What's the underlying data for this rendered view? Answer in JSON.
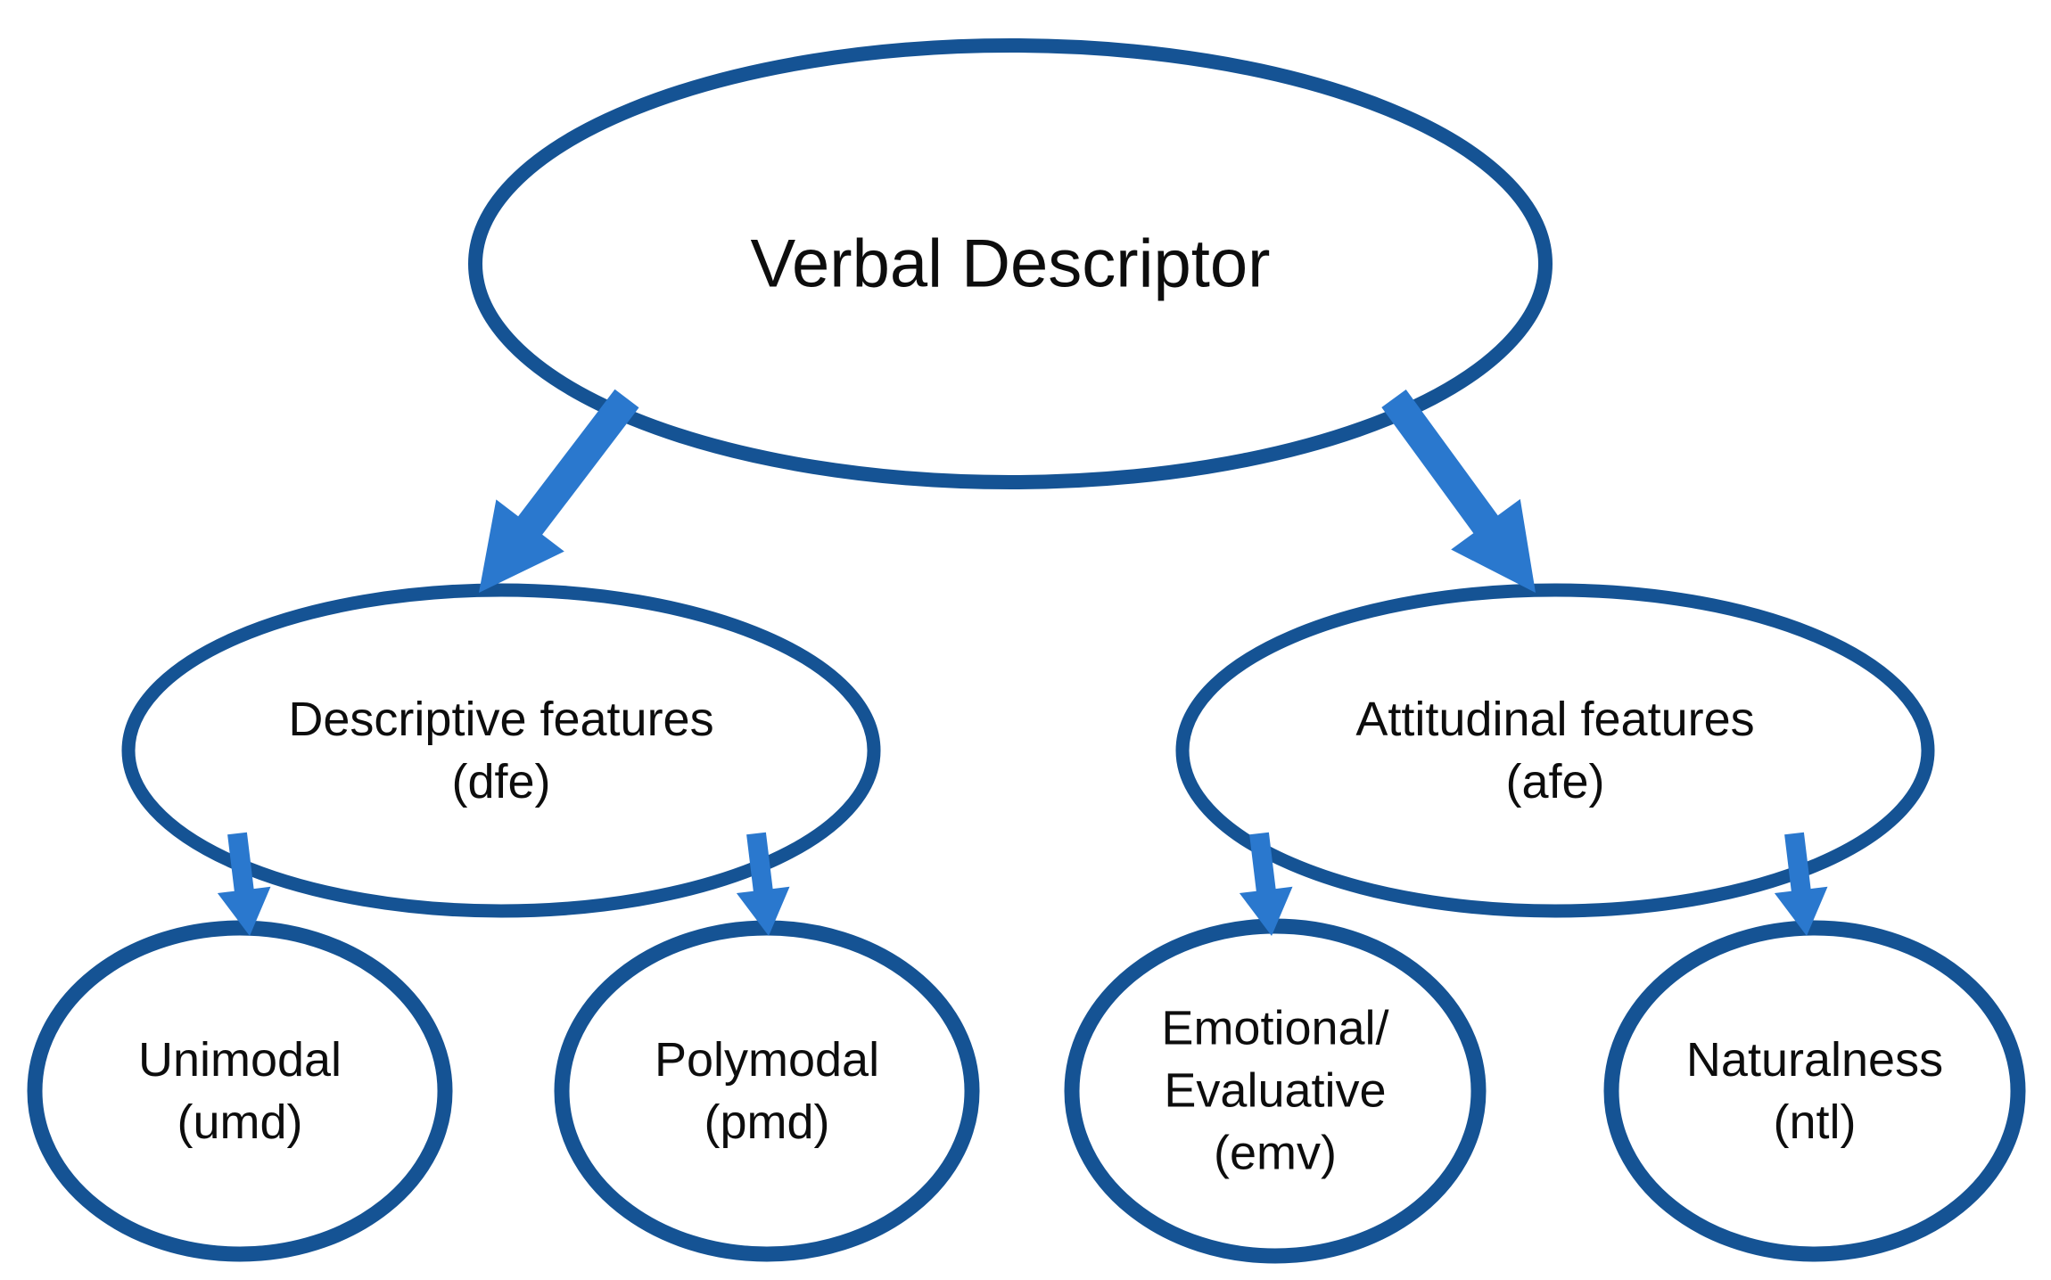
{
  "title": "Verbal Descriptor hierarchy diagram",
  "palette": {
    "background": "#ffffff",
    "ellipse_stroke": "#155394",
    "arrow_fill": "#2A78CE",
    "text": "#0d0d0d"
  },
  "nodes": {
    "root": {
      "lines": [
        "Verbal Descriptor"
      ]
    },
    "dfe": {
      "lines": [
        "Descriptive features",
        "(dfe)"
      ]
    },
    "afe": {
      "lines": [
        "Attitudinal features",
        "(afe)"
      ]
    },
    "umd": {
      "lines": [
        "Unimodal",
        "(umd)"
      ]
    },
    "pmd": {
      "lines": [
        "Polymodal",
        "(pmd)"
      ]
    },
    "emv": {
      "lines": [
        "Emotional/",
        "Evaluative",
        "(emv)"
      ]
    },
    "ntl": {
      "lines": [
        "Naturalness",
        "(ntl)"
      ]
    }
  },
  "edges": [
    {
      "from": "root",
      "to": "dfe",
      "style": "major"
    },
    {
      "from": "root",
      "to": "afe",
      "style": "major"
    },
    {
      "from": "dfe",
      "to": "umd",
      "style": "minor"
    },
    {
      "from": "dfe",
      "to": "pmd",
      "style": "minor"
    },
    {
      "from": "afe",
      "to": "emv",
      "style": "minor"
    },
    {
      "from": "afe",
      "to": "ntl",
      "style": "minor"
    }
  ]
}
